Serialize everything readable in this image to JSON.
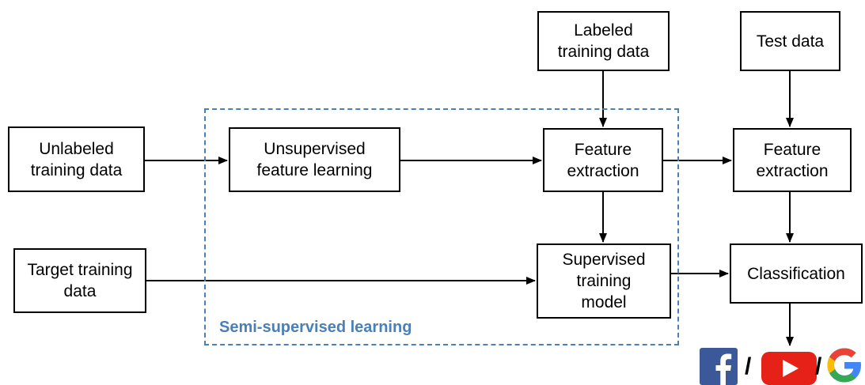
{
  "nodes": {
    "unlabeled_training_data": "Unlabeled\ntraining data",
    "unsupervised_feature_learning": "Unsupervised\nfeature learning",
    "labeled_training_data": "Labeled\ntraining data",
    "feature_extraction_1": "Feature\nextraction",
    "test_data": "Test data",
    "feature_extraction_2": "Feature\nextraction",
    "target_training_data": "Target training\ndata",
    "supervised_training_model": "Supervised\ntraining\nmodel",
    "classification": "Classification"
  },
  "group": {
    "label": "Semi-supervised learning",
    "color": "#4a7fb8"
  },
  "logos": {
    "icons": [
      "facebook-icon",
      "youtube-icon",
      "google-icon"
    ],
    "separator": "/"
  },
  "colors": {
    "facebook": "#3b5998",
    "youtube": "#e62117",
    "google_blue": "#4285f4",
    "google_red": "#ea4335",
    "google_yellow": "#fbbc05",
    "google_green": "#34a853"
  }
}
